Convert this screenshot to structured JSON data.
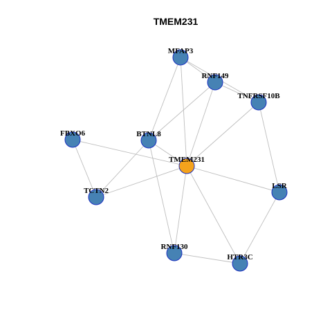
{
  "title": "TMEM231",
  "colors": {
    "center_node": "#f5a31c",
    "node": "#4682b4",
    "node_border": "#1a2fc0",
    "edge": "#bdbdbd"
  },
  "nodes": [
    {
      "id": "TMEM231",
      "label": "TMEM231",
      "center": true
    },
    {
      "id": "MFAP3",
      "label": "MFAP3"
    },
    {
      "id": "RNF149",
      "label": "RNF149"
    },
    {
      "id": "TNFRSF10B",
      "label": "TNFRSF10B"
    },
    {
      "id": "FBXO6",
      "label": "FBXO6"
    },
    {
      "id": "BTNL8",
      "label": "BTNL8"
    },
    {
      "id": "TCTN2",
      "label": "TCTN2"
    },
    {
      "id": "LSR",
      "label": "LSR"
    },
    {
      "id": "RNF130",
      "label": "RNF130"
    },
    {
      "id": "HTR3C",
      "label": "HTR3C"
    }
  ],
  "edges": [
    [
      "MFAP3",
      "RNF149"
    ],
    [
      "MFAP3",
      "TNFRSF10B"
    ],
    [
      "MFAP3",
      "BTNL8"
    ],
    [
      "MFAP3",
      "TMEM231"
    ],
    [
      "RNF149",
      "TNFRSF10B"
    ],
    [
      "RNF149",
      "BTNL8"
    ],
    [
      "RNF149",
      "TMEM231"
    ],
    [
      "TNFRSF10B",
      "TMEM231"
    ],
    [
      "TNFRSF10B",
      "LSR"
    ],
    [
      "FBXO6",
      "TMEM231"
    ],
    [
      "FBXO6",
      "TCTN2"
    ],
    [
      "BTNL8",
      "TMEM231"
    ],
    [
      "BTNL8",
      "TCTN2"
    ],
    [
      "BTNL8",
      "RNF130"
    ],
    [
      "TMEM231",
      "TCTN2"
    ],
    [
      "TMEM231",
      "LSR"
    ],
    [
      "TMEM231",
      "RNF130"
    ],
    [
      "TMEM231",
      "HTR3C"
    ],
    [
      "LSR",
      "HTR3C"
    ],
    [
      "RNF130",
      "HTR3C"
    ]
  ]
}
